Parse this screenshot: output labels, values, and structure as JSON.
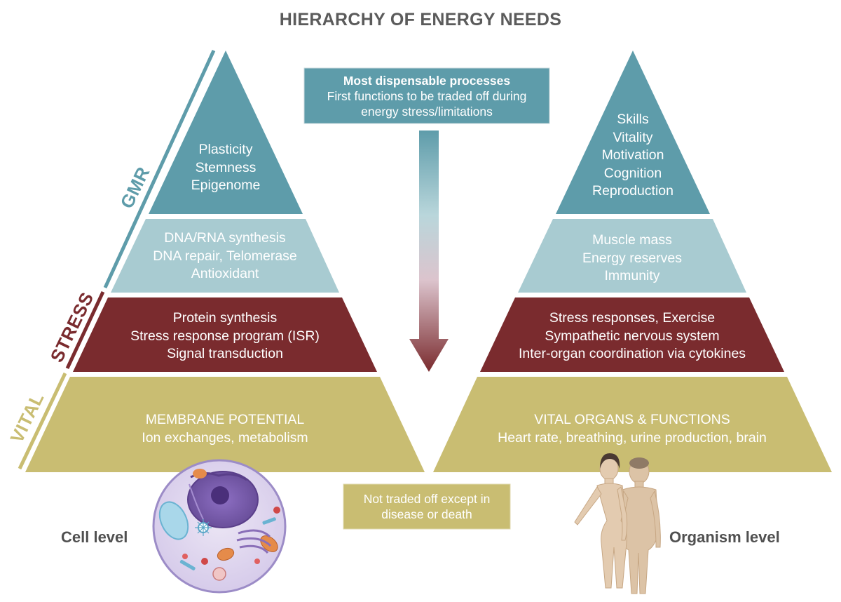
{
  "title": "HIERARCHY OF ENERGY NEEDS",
  "colors": {
    "gmr_dark": "#5e9caa",
    "gmr_light": "#a8cbd1",
    "stress": "#7a2b2e",
    "vital": "#c9bd72",
    "title_gray": "#5b5b5b"
  },
  "side_labels": {
    "gmr": "GMR",
    "stress": "STRESS",
    "vital": "VITAL"
  },
  "cell_pyramid": {
    "tier1": [
      "Plasticity",
      "Stemness",
      "Epigenome"
    ],
    "tier2": [
      "DNA/RNA synthesis",
      "DNA repair, Telomerase",
      "Antioxidant"
    ],
    "tier3": [
      "Protein synthesis",
      "Stress response program (ISR)",
      "Signal transduction"
    ],
    "tier4": [
      "MEMBRANE POTENTIAL",
      "Ion exchanges, metabolism"
    ]
  },
  "organism_pyramid": {
    "tier1": [
      "Skills",
      "Vitality",
      "Motivation",
      "Cognition",
      "Reproduction"
    ],
    "tier2": [
      "Muscle mass",
      "Energy reserves",
      "Immunity"
    ],
    "tier3": [
      "Stress responses, Exercise",
      "Sympathetic nervous system",
      "Inter-organ coordination via cytokines"
    ],
    "tier4": [
      "VITAL ORGANS & FUNCTIONS",
      "Heart rate, breathing, urine production, brain"
    ]
  },
  "top_box": {
    "heading": "Most dispensable processes",
    "lines": [
      "First functions to be traded off during",
      "energy stress/limitations"
    ]
  },
  "bottom_box": {
    "lines": [
      "Not traded off except in",
      "disease or death"
    ]
  },
  "cell_level_label": "Cell level",
  "organism_level_label": "Organism level"
}
